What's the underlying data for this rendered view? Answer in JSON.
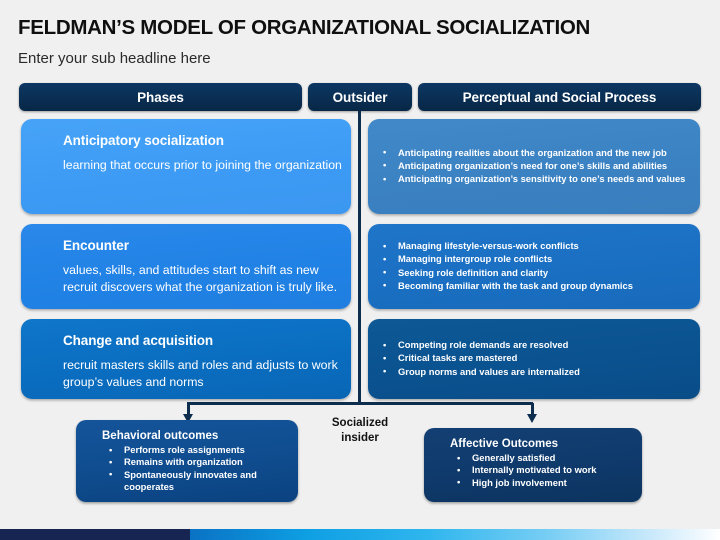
{
  "title": "FELDMAN’S MODEL OF ORGANIZATIONAL SOCIALIZATION",
  "subtitle": "Enter your sub headline here",
  "headers": {
    "phases": "Phases",
    "outsider": "Outsider",
    "perceptual": "Perceptual and Social Process"
  },
  "center_label": {
    "line1": "Socialized",
    "line2": "insider"
  },
  "phases": [
    {
      "title": "Anticipatory socialization",
      "body": "learning that occurs prior to joining the organization",
      "color": "#3d9bf5"
    },
    {
      "title": "Encounter",
      "body": "values, skills, and attitudes start to shift as new recruit discovers what the organization is truly like.",
      "color": "#2182e5"
    },
    {
      "title": "Change and acquisition",
      "body": "recruit masters skills and roles and adjusts to work group’s values and norms",
      "color": "#0a6dc0"
    }
  ],
  "processes": [
    {
      "color": "#3b82c3",
      "bullets": [
        "Anticipating realities about the organization and the new job",
        "Anticipating organization’s need for one’s skills and abilities",
        "Anticipating organization’s sensitivity to one’s needs and values"
      ]
    },
    {
      "color": "#1a6fc2",
      "bullets": [
        "Managing lifestyle-versus-work conflicts",
        "Managing intergroup role conflicts",
        "Seeking role definition and clarity",
        "Becoming familiar with the task and group dynamics"
      ]
    },
    {
      "color": "#0a5290",
      "bullets": [
        "Competing role demands are resolved",
        "Critical tasks are mastered",
        "Group norms and values are internalized"
      ]
    }
  ],
  "outcomes": {
    "behavioral": {
      "title": "Behavioral outcomes",
      "bullets": [
        "Performs role assignments",
        "Remains with organization",
        "Spontaneously innovates and cooperates"
      ],
      "color": "#0f4d90"
    },
    "affective": {
      "title": "Affective Outcomes",
      "bullets": [
        "Generally satisfied",
        "Internally motivated to work",
        "High job involvement"
      ],
      "color": "#0f3a6c"
    }
  },
  "theme": {
    "background": "#f0f0f0",
    "header_bar": "#0a2f55",
    "connector_line": "#0d2d4e",
    "footer_navy": "#172552"
  }
}
